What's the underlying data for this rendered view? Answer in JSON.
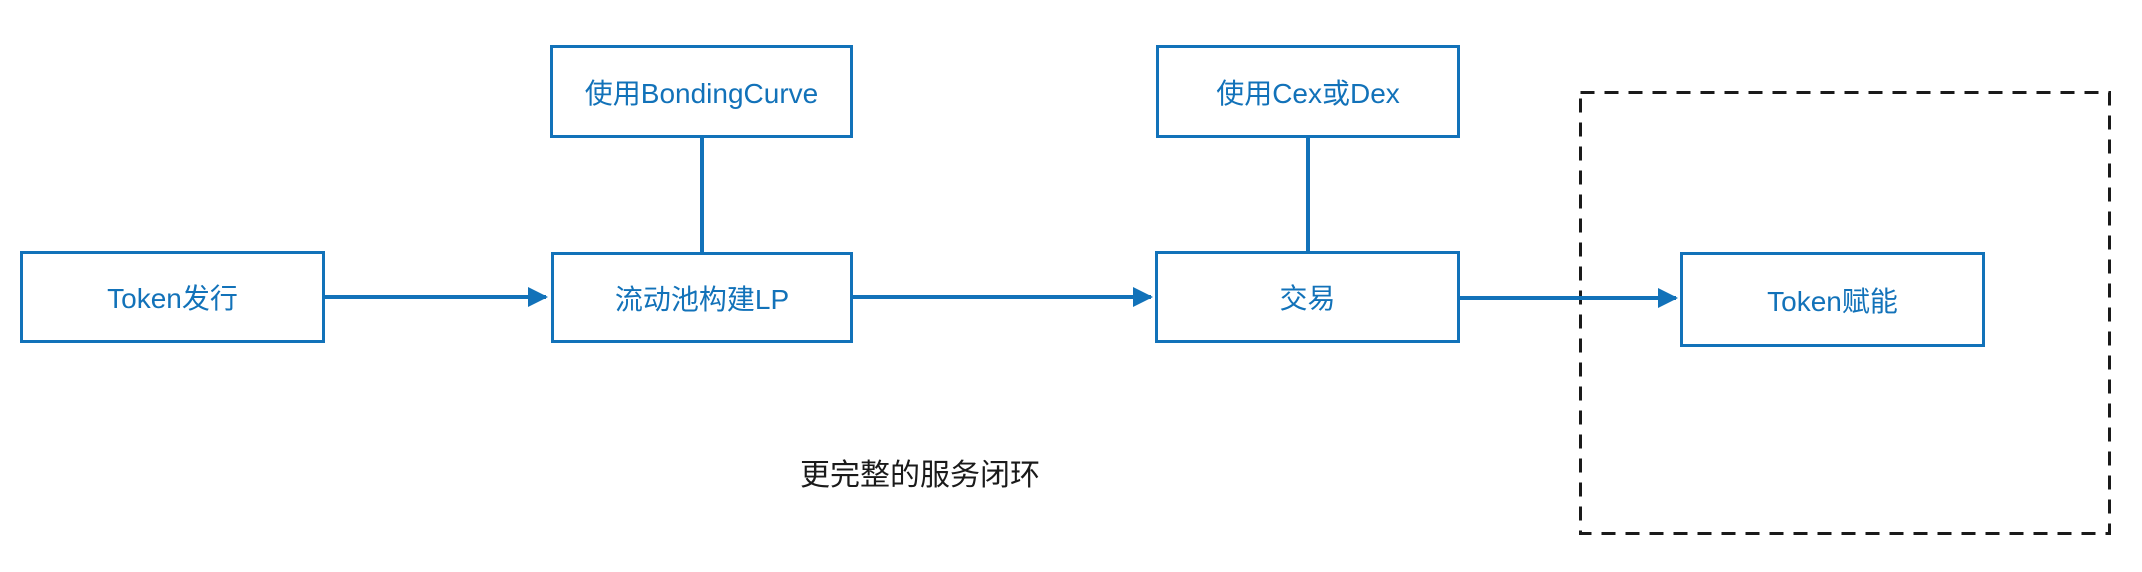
{
  "diagram": {
    "type": "flowchart",
    "caption": "更完整的服务闭环",
    "nodes": {
      "token_issuance": {
        "label": "Token发行"
      },
      "bonding_curve_note": {
        "label": "使用BondingCurve"
      },
      "liquidity_pool": {
        "label": "流动池构建LP"
      },
      "cex_dex_note": {
        "label": "使用Cex或Dex"
      },
      "trading": {
        "label": "交易"
      },
      "token_empowerment": {
        "label": "Token赋能"
      }
    },
    "edges": [
      {
        "from": "token_issuance",
        "to": "liquidity_pool",
        "style": "arrow"
      },
      {
        "from": "bonding_curve_note",
        "to": "liquidity_pool",
        "style": "line"
      },
      {
        "from": "liquidity_pool",
        "to": "trading",
        "style": "arrow"
      },
      {
        "from": "cex_dex_note",
        "to": "trading",
        "style": "line"
      },
      {
        "from": "trading",
        "to": "token_empowerment",
        "style": "arrow"
      }
    ],
    "groups": {
      "dashed_group": {
        "contains": [
          "token_empowerment"
        ]
      }
    },
    "colors": {
      "accent": "#1272b9",
      "dashed_box": "#1a1a1a",
      "caption_text": "#1a1a1a",
      "background": "#ffffff"
    }
  }
}
